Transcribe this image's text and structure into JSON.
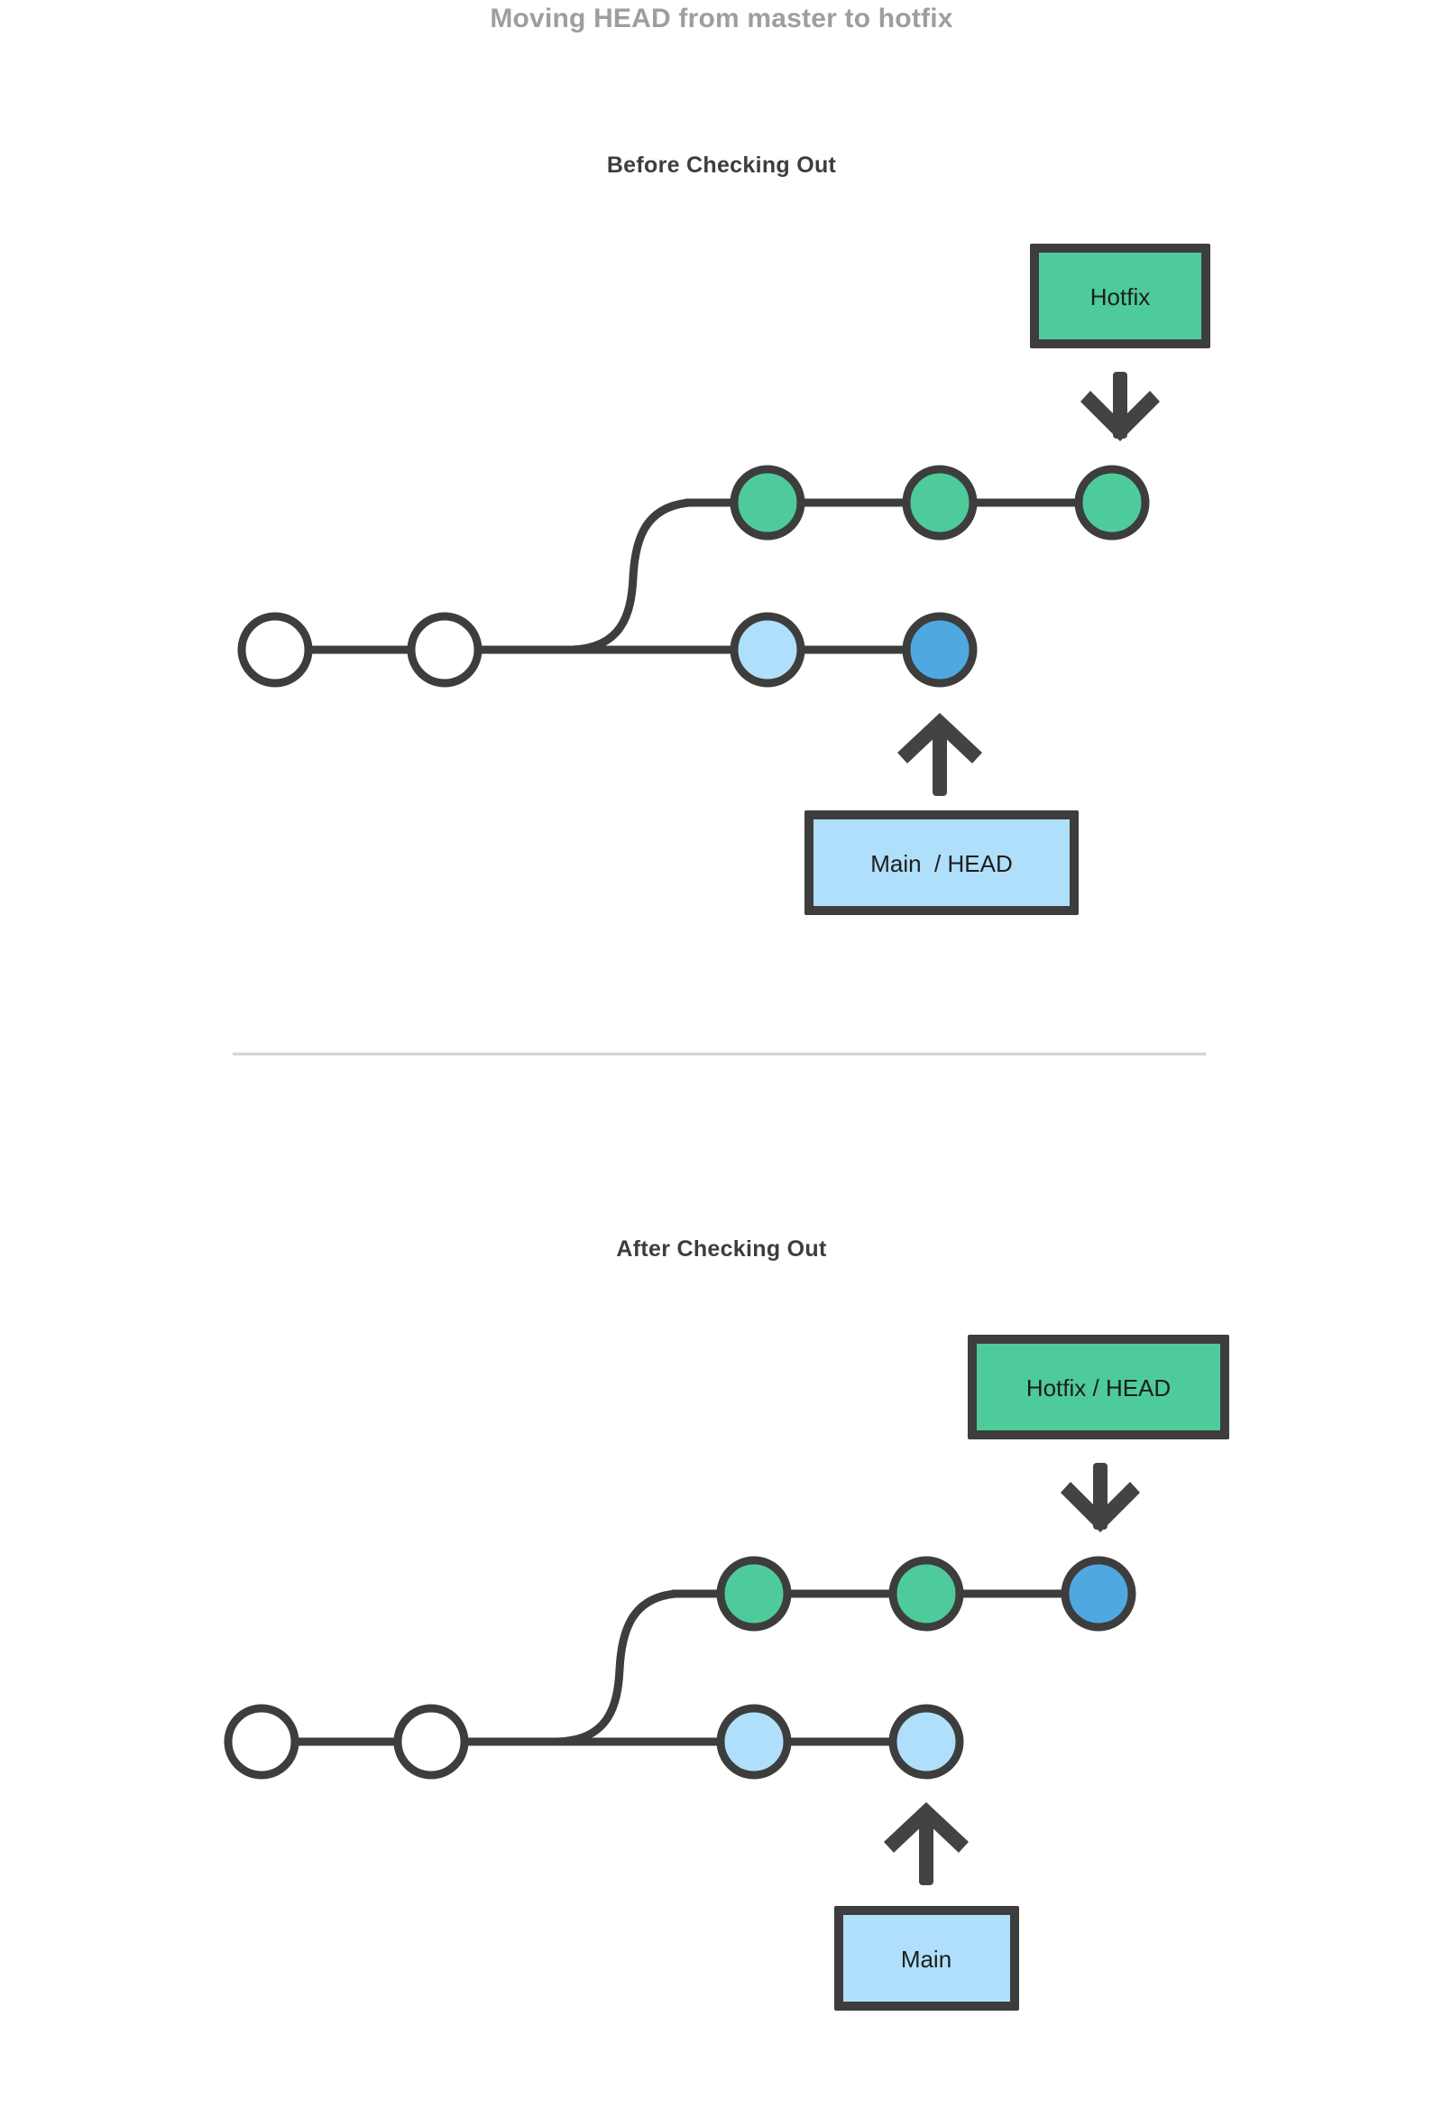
{
  "page": {
    "title": "Moving HEAD from master to hotfix",
    "title_color": "#9e9e9e",
    "background": "#ffffff"
  },
  "colors": {
    "outline": "#3d3d3d",
    "green": "#4ECB9A",
    "light_blue": "#AFDFFA",
    "blue": "#4FA8E0",
    "white": "#ffffff",
    "divider": "#d2d2d2",
    "arrow": "#434343",
    "text_dark": "#1d1d1d"
  },
  "sections": [
    {
      "id": "before",
      "heading": "Before Checking Out",
      "labels": [
        {
          "name": "hotfix-label-box",
          "text": "Hotfix",
          "fill": "#4ECB9A",
          "arrow": "arrow-down-icon"
        },
        {
          "name": "main-head-label-box",
          "text": "Main  / HEAD",
          "fill": "#AFDFFA",
          "arrow": "arrow-up-icon"
        }
      ],
      "branch_row": {
        "name": "hotfix-branch-commits",
        "nodes": [
          {
            "name": "commit-node-hotfix-1",
            "fill": "#4ECB9A"
          },
          {
            "name": "commit-node-hotfix-2",
            "fill": "#4ECB9A"
          },
          {
            "name": "commit-node-hotfix-3",
            "fill": "#4ECB9A"
          }
        ]
      },
      "main_row": {
        "name": "main-branch-commits",
        "nodes": [
          {
            "name": "commit-node-main-1",
            "fill": "#ffffff"
          },
          {
            "name": "commit-node-main-2",
            "fill": "#ffffff"
          },
          {
            "name": "commit-node-main-3",
            "fill": "#AFDFFA"
          },
          {
            "name": "commit-node-main-4",
            "fill": "#4FA8E0"
          }
        ]
      }
    },
    {
      "id": "after",
      "heading": "After Checking Out",
      "labels": [
        {
          "name": "hotfix-head-label-box",
          "text": "Hotfix / HEAD",
          "fill": "#4ECB9A",
          "arrow": "arrow-down-icon"
        },
        {
          "name": "main-label-box",
          "text": "Main",
          "fill": "#AFDFFA",
          "arrow": "arrow-up-icon"
        }
      ],
      "branch_row": {
        "name": "hotfix-branch-commits",
        "nodes": [
          {
            "name": "commit-node-hotfix-1",
            "fill": "#4ECB9A"
          },
          {
            "name": "commit-node-hotfix-2",
            "fill": "#4ECB9A"
          },
          {
            "name": "commit-node-hotfix-3",
            "fill": "#4FA8E0"
          }
        ]
      },
      "main_row": {
        "name": "main-branch-commits",
        "nodes": [
          {
            "name": "commit-node-main-1",
            "fill": "#ffffff"
          },
          {
            "name": "commit-node-main-2",
            "fill": "#ffffff"
          },
          {
            "name": "commit-node-main-3",
            "fill": "#AFDFFA"
          },
          {
            "name": "commit-node-main-4",
            "fill": "#AFDFFA"
          }
        ]
      }
    }
  ]
}
